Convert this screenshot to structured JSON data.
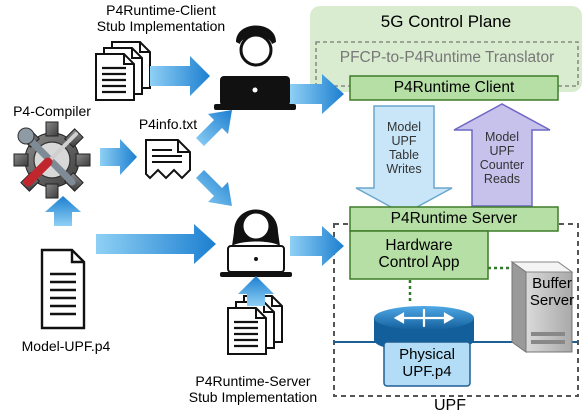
{
  "control_plane": {
    "title": "5G Control Plane",
    "translator": "PFCP-to-P4Runtime Translator",
    "client": "P4Runtime Client"
  },
  "client_stub": {
    "line1": "P4Runtime-Client",
    "line2": "Stub Implementation"
  },
  "compiler": {
    "label": "P4-Compiler"
  },
  "p4info": {
    "label": "P4info.txt"
  },
  "model_file": {
    "label": "Model-UPF.p4"
  },
  "server_stub": {
    "line1": "P4Runtime-Server",
    "line2": "Stub Implementation"
  },
  "writes_arrow": {
    "line1": "Model",
    "line2": "UPF",
    "line3": "Table",
    "line4": "Writes"
  },
  "reads_arrow": {
    "line1": "Model",
    "line2": "UPF",
    "line3": "Counter",
    "line4": "Reads"
  },
  "upf": {
    "label": "UPF",
    "server": "P4Runtime Server",
    "control_app_line1": "Hardware",
    "control_app_line2": "Control App",
    "buffer_line1": "Buffer",
    "buffer_line2": "Server",
    "physical_line1": "Physical",
    "physical_line2": "UPF.p4"
  },
  "colors": {
    "control_plane_bg": "#d9ecd0",
    "green_box": "#b5dfa4",
    "green_border": "#3f7b2a",
    "arrow_blue": "#2f92dc",
    "writes_fill": "#c9e6f8",
    "reads_fill": "#c6c2ec",
    "router_blue": "#1f7fc4"
  }
}
